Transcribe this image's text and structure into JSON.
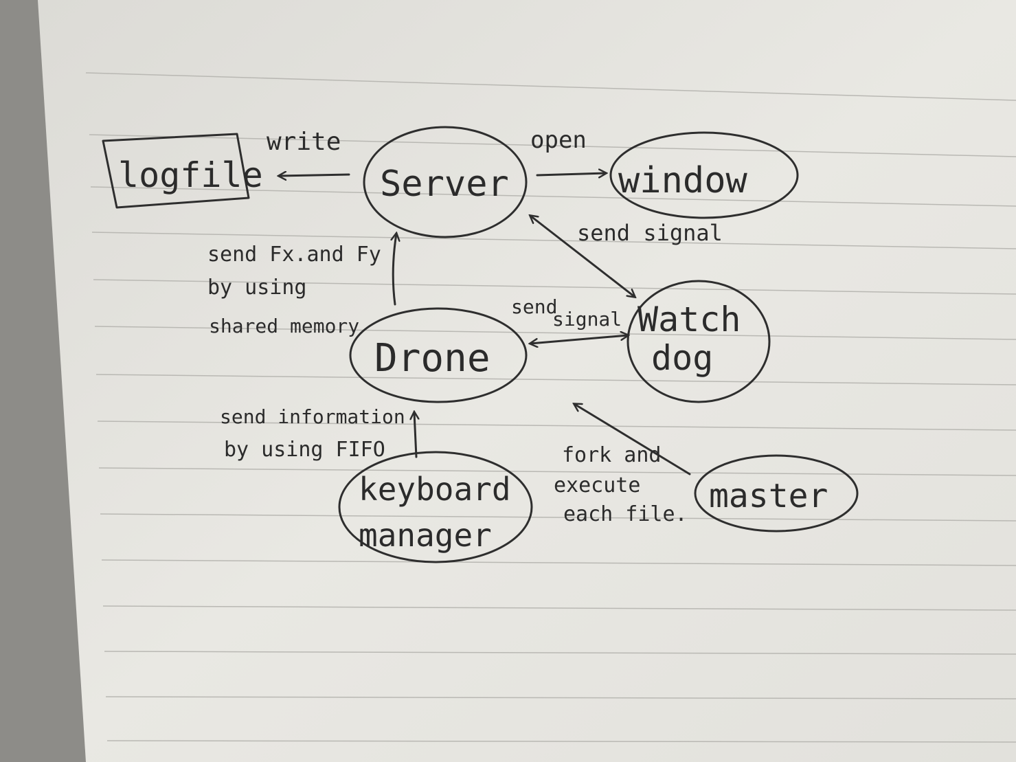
{
  "diagram": {
    "nodes": {
      "logfile": "logfile",
      "server": "Server",
      "window": "window",
      "drone": "Drone",
      "watchdog_line1": "Watch",
      "watchdog_line2": "dog",
      "keyboard_line1": "keyboard",
      "keyboard_line2": "manager",
      "master": "master"
    },
    "edges": {
      "write": "write",
      "open": "open",
      "server_watchdog_signal": "send signal",
      "drone_server_1": "send Fx.and Fy",
      "drone_server_2": "by using",
      "drone_server_3": "shared memory",
      "drone_watchdog_1": "send",
      "drone_watchdog_2": "signal",
      "keyboard_drone_1": "send information",
      "keyboard_drone_2": "by using FIFO",
      "master_1": "fork and",
      "master_2": "execute",
      "master_3": "each file."
    }
  },
  "colors": {
    "paper": "#e9e8e3",
    "ink": "#2b2b2b",
    "rule": "#b9b8b3",
    "background": "#8d8c88"
  }
}
